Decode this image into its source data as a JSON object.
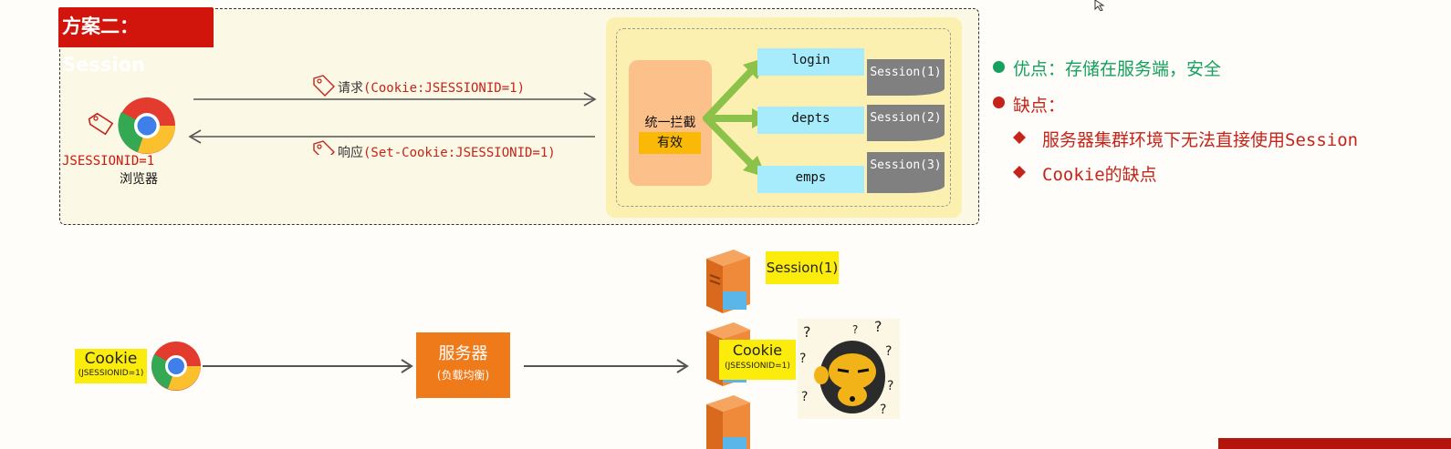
{
  "title": "方案二：Session",
  "top_diagram": {
    "request_label": "请求",
    "request_code": "(Cookie:JSESSIONID=1)",
    "response_label": "响应",
    "response_code": "(Set-Cookie:JSESSIONID=1)",
    "browser_cookie": "JSESSIONID=1",
    "browser_label": "浏览器",
    "interceptor_label": "统一拦截",
    "interceptor_badge": "有效",
    "routes": [
      "login",
      "depts",
      "emps"
    ],
    "sessions": [
      "Session(1)",
      "Session(2)",
      "Session(3)"
    ]
  },
  "notes": {
    "pro": "优点：存储在服务端，安全",
    "con": "缺点：",
    "con_items": [
      "服务器集群环境下无法直接使用Session",
      "Cookie的缺点"
    ],
    "colors": {
      "pro": "#16a05d",
      "con": "#c4241a"
    }
  },
  "bottom_diagram": {
    "client_cookie_title": "Cookie",
    "client_cookie_sub": "(JSESSIONID=1)",
    "lb_title": "服务器",
    "lb_sub": "(负载均衡)",
    "session_note": "Session(1)",
    "cluster_cookie_title": "Cookie",
    "cluster_cookie_sub": "(JSESSIONID=1)",
    "question_marks": "?"
  },
  "colors": {
    "accent_red": "#d1150c",
    "arrow_green": "#8cc24a",
    "route_blue": "#a6ecfd",
    "session_gray": "#808080",
    "lb_orange": "#ee7a1a",
    "note_yellow": "#fcec0c"
  }
}
